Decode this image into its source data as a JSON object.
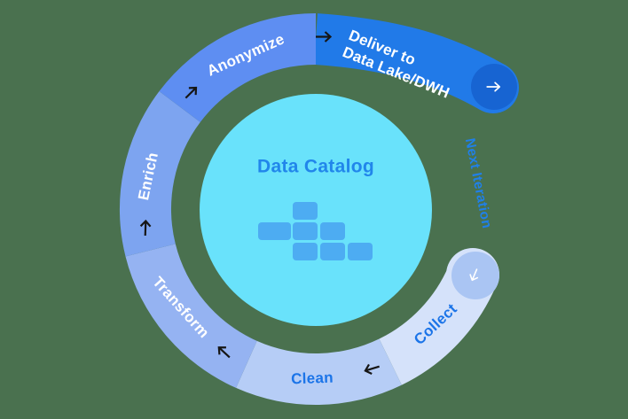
{
  "title": "Data Catalog",
  "next_iteration_label": "Next Iteration",
  "colors": {
    "background": "#4a714f",
    "center_circle": "#69e2fb",
    "center_blocks": "#4dacf2",
    "center_title": "#2186eb",
    "next_iteration_text": "#2080e8",
    "flow_arrow": "#161616",
    "white_arrow": "#ffffff",
    "collect_start_circle": "#aac5f3",
    "iteration_end_circle": "#1764d2"
  },
  "stages": [
    {
      "id": "collect",
      "label": "Collect",
      "color": "#d5e2fa",
      "label_color": "#1b74e8"
    },
    {
      "id": "clean",
      "label": "Clean",
      "color": "#b6cdf6",
      "label_color": "#1b74e8"
    },
    {
      "id": "transform",
      "label": "Transform",
      "color": "#95b3f2",
      "label_color": "#ffffff"
    },
    {
      "id": "enrich",
      "label": "Enrich",
      "color": "#7da4f0",
      "label_color": "#ffffff"
    },
    {
      "id": "anonymize",
      "label": "Anonymize",
      "color": "#5e8ef2",
      "label_color": "#ffffff"
    },
    {
      "id": "deliver",
      "label_line1": "Deliver to",
      "label_line2": "Data Lake/DWH",
      "color": "#217ae8",
      "label_color": "#ffffff"
    }
  ]
}
